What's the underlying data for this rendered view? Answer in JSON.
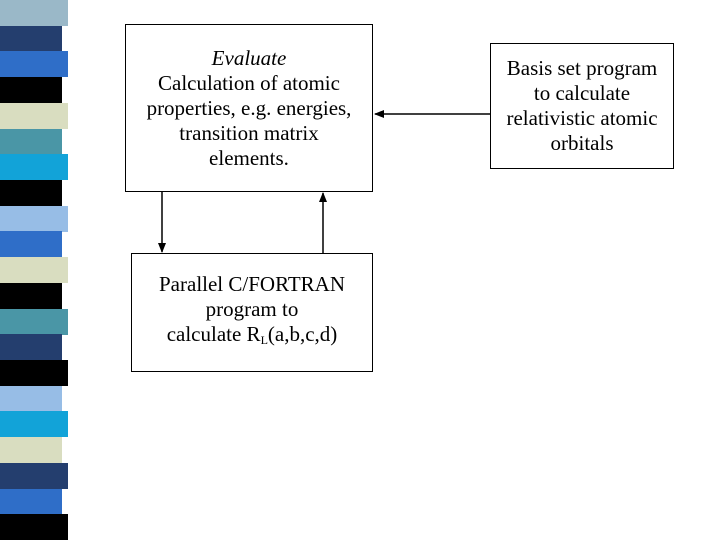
{
  "stripe": {
    "colors": [
      "#9ab8c8",
      "#243e6e",
      "#2f6ec8",
      "#000000",
      "#d9ddc0",
      "#4a96a6",
      "#12a3d8",
      "#000000",
      "#97bde6",
      "#2f6ec8",
      "#d9ddc0",
      "#000000",
      "#4a96a6",
      "#243e6e",
      "#000000",
      "#97bde6",
      "#12a3d8",
      "#d9ddc0",
      "#243e6e",
      "#2f6ec8",
      "#000000"
    ]
  },
  "evaluate_box": {
    "title": "Evaluate",
    "lines": [
      "Calculation of atomic",
      "properties, e.g. energies,",
      "transition matrix",
      "elements."
    ]
  },
  "basis_box": {
    "lines": [
      "Basis set program",
      "to calculate",
      "relativistic atomic",
      "orbitals"
    ]
  },
  "parallel_box": {
    "line1": "Parallel C/FORTRAN",
    "line2": "program to",
    "line3_prefix": "calculate R",
    "line3_subscript": "L",
    "line3_suffix": "(a,b,c,d)"
  }
}
